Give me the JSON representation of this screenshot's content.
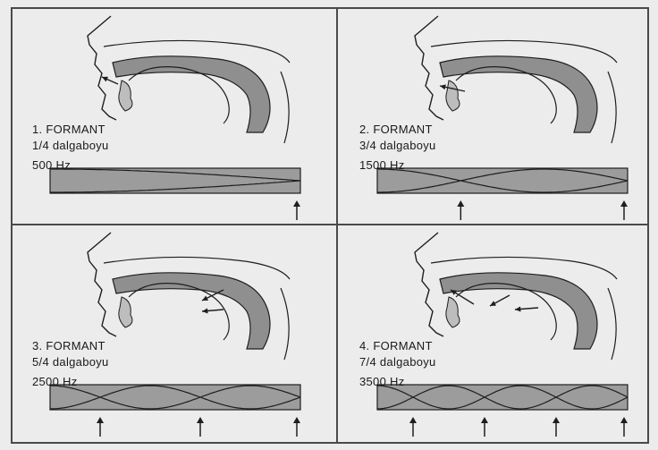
{
  "panels": [
    {
      "formant": "1. FORMANT",
      "wavelength": "1/4 dalgaboyu",
      "frequency": "500 Hz",
      "nodes": 1,
      "mode": "quarter"
    },
    {
      "formant": "2. FORMANT",
      "wavelength": "3/4 dalgaboyu",
      "frequency": "1500 Hz",
      "nodes": 2,
      "mode": "threequarter"
    },
    {
      "formant": "3. FORMANT",
      "wavelength": "5/4 dalgaboyu",
      "frequency": "2500 Hz",
      "nodes": 3,
      "mode": "fivequarter"
    },
    {
      "formant": "4. FORMANT",
      "wavelength": "7/4 dalgaboyu",
      "frequency": "3500 Hz",
      "nodes": 4,
      "mode": "sevenquarter"
    }
  ],
  "colors": {
    "tract": "#8f8f8f",
    "ink": "#1e1e1e",
    "paper": "#ececec"
  }
}
